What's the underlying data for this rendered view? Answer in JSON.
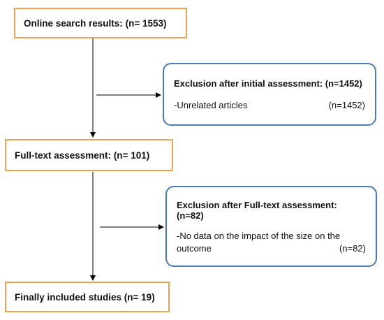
{
  "flowchart": {
    "step1": {
      "label": "Online search results:",
      "count": "(n= 1553)"
    },
    "exclusion1": {
      "title": "Exclusion after initial assessment: (n=1452)",
      "reason": "-Unrelated articles",
      "count": "(n=1452)"
    },
    "step2": {
      "label": "Full-text assessment:",
      "count": "(n= 101)"
    },
    "exclusion2": {
      "title": "Exclusion after Full-text assessment: (n=82)",
      "reason_line1": "-No data on the impact of the size on the",
      "reason_line2": "outcome",
      "count": "(n=82)"
    },
    "step3": {
      "label": "Finally included studies",
      "count": "(n= 19)"
    }
  },
  "colors": {
    "step_border": "#f0a050",
    "exclusion_border": "#4a78b8",
    "arrow": "#000000"
  }
}
